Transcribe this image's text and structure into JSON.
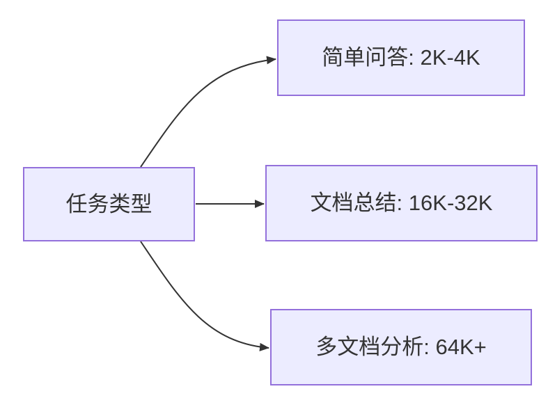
{
  "diagram": {
    "type": "flowchart",
    "direction": "left-to-right",
    "root": {
      "label": "任务类型"
    },
    "branches": [
      {
        "label": "简单问答: 2K-4K"
      },
      {
        "label": "文档总结: 16K-32K"
      },
      {
        "label": "多文档分析: 64K+"
      }
    ],
    "colors": {
      "background": "#ffffff",
      "node_fill": "#ececff",
      "node_border": "#9370db",
      "edge_color": "#333333",
      "text_color": "#333333"
    }
  }
}
